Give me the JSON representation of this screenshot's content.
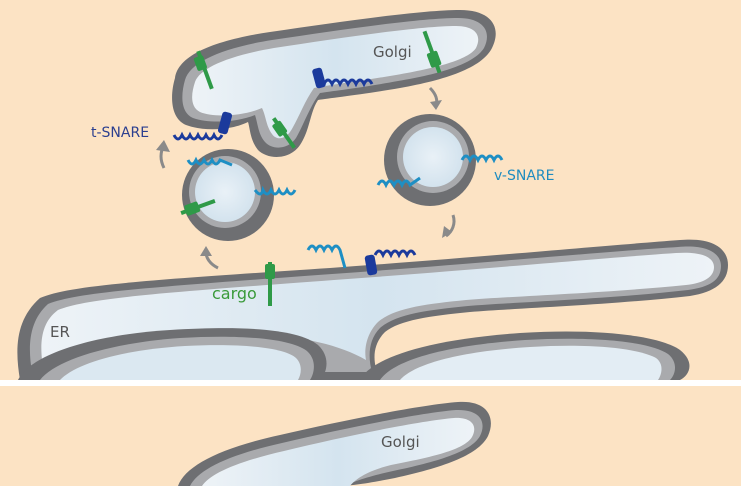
{
  "labels": {
    "golgi_top": "Golgi",
    "golgi_bottom": "Golgi",
    "er": "ER",
    "t_snare": "t-SNARE",
    "v_snare": "v-SNARE",
    "cargo": "cargo"
  },
  "colors": {
    "background": "#fce3c4",
    "membrane_dark": "#6e6f72",
    "membrane_light": "#a9aaad",
    "lumen": "#dbe8f1",
    "t_snare": "#1b3a9c",
    "v_snare": "#1e8fc4",
    "cargo": "#2f9a48",
    "arrow": "#8a8a8a",
    "label_dark": "#555555",
    "label_t_snare": "#2b3f8f",
    "label_v_snare": "#1f8cc0",
    "label_cargo": "#3a9a3a"
  }
}
